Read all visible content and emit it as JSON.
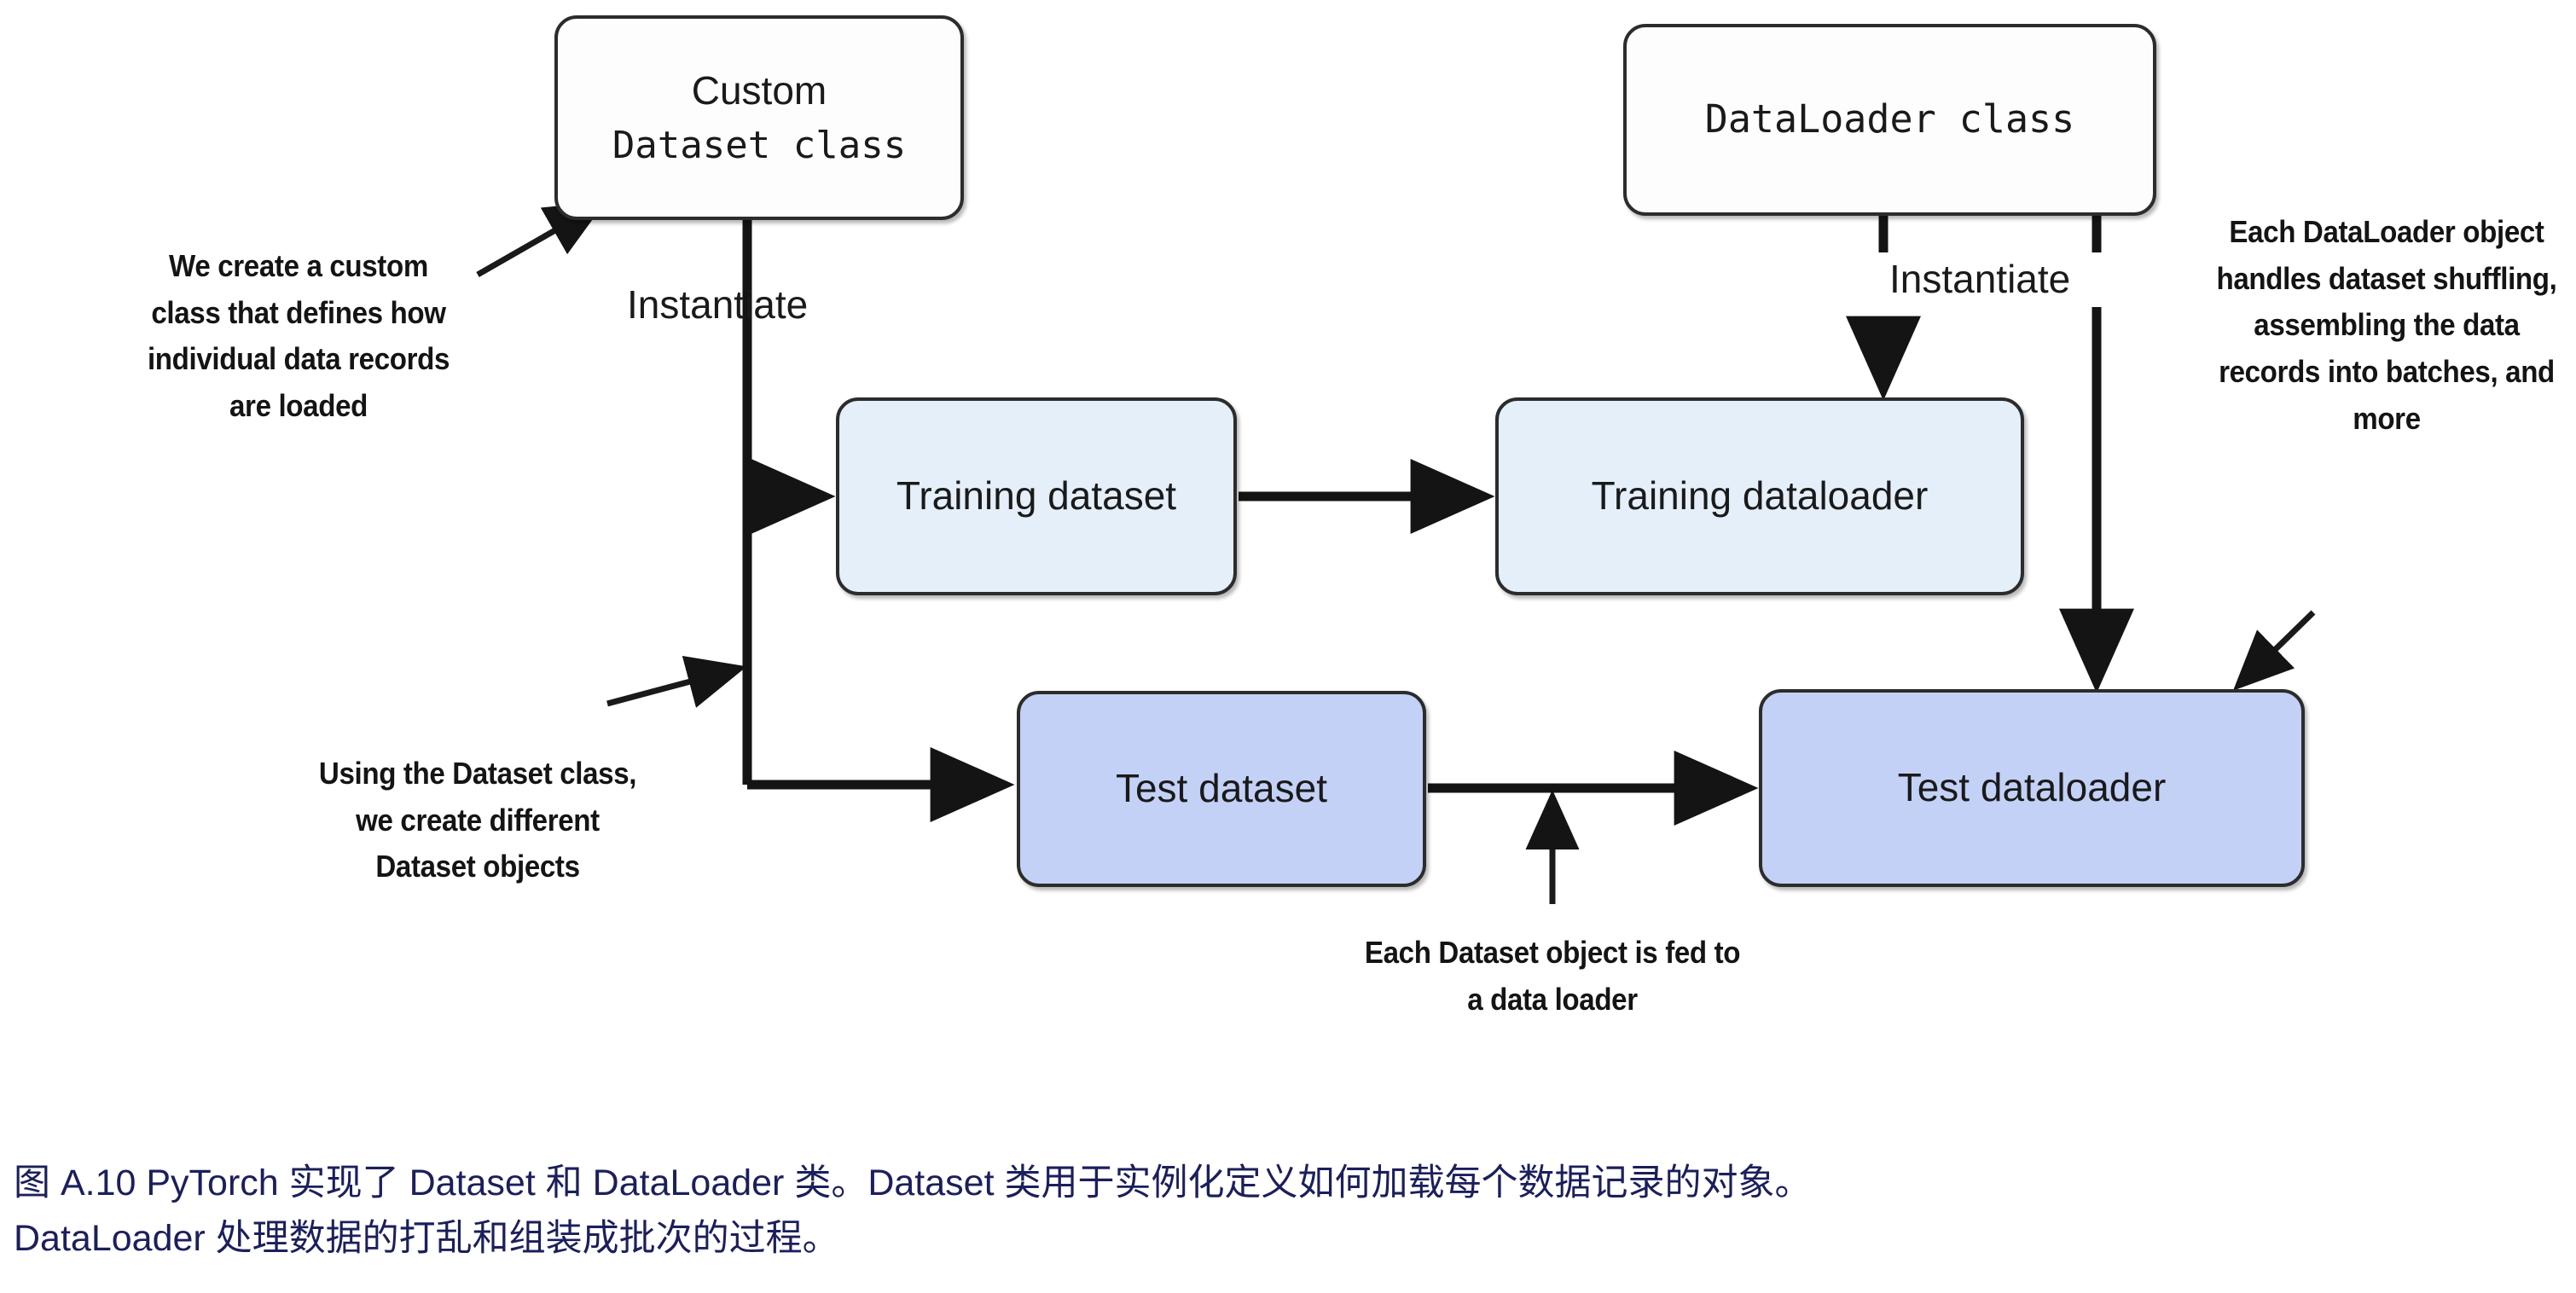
{
  "diagram": {
    "title": "PyTorch Dataset and DataLoader diagram",
    "nodes": {
      "custom_dataset_class": {
        "line1": "Custom",
        "line2": "Dataset class"
      },
      "dataloader_class": {
        "label": "DataLoader class"
      },
      "training_dataset": {
        "label": "Training dataset"
      },
      "training_dataloader": {
        "label": "Training dataloader"
      },
      "test_dataset": {
        "label": "Test dataset"
      },
      "test_dataloader": {
        "label": "Test dataloader"
      }
    },
    "edge_labels": {
      "instantiate_left": "Instantiate",
      "instantiate_right": "Instantiate"
    },
    "annotations": {
      "create_class": "We create a custom class that defines how individual data records are loaded",
      "using_dataset": "Using the Dataset class, we create different Dataset objects",
      "each_dataloader": "Each DataLoader object handles dataset shuffling, assembling the data records into batches, and more",
      "fed_to_loader": "Each Dataset object is fed to a data loader"
    },
    "colors": {
      "light_blue_fill": "#e4eff9",
      "dark_blue_fill": "#c3d1f7",
      "white_fill": "#fdfdfd",
      "stroke": "#2c2c2c",
      "caption_text": "#1b1f5c"
    }
  },
  "caption": {
    "line1": "图 A.10 PyTorch 实现了 Dataset 和 DataLoader 类。Dataset 类用于实例化定义如何加载每个数据记录的对象。",
    "line2": "DataLoader 处理数据的打乱和组装成批次的过程。"
  }
}
